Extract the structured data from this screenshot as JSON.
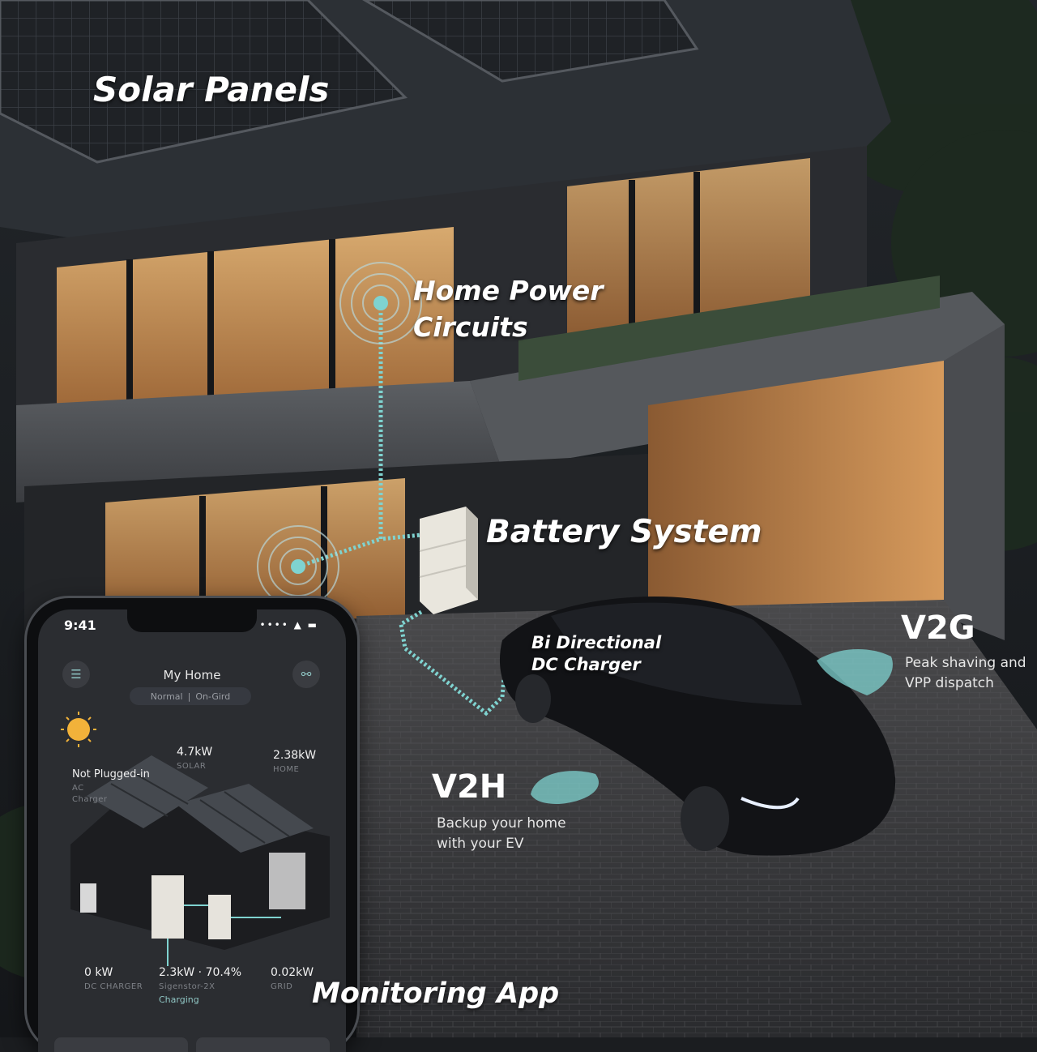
{
  "labels": {
    "solar_panels": "Solar Panels",
    "home_power_line1": "Home Power",
    "home_power_line2": "Circuits",
    "battery_system": "Battery System",
    "dc_line1": "Bi Directional",
    "dc_line2": "DC Charger",
    "monitoring_app": "Monitoring App"
  },
  "v2g": {
    "title": "V2G",
    "line1": "Peak shaving and",
    "line2": "VPP dispatch"
  },
  "v2h": {
    "title": "V2H",
    "line1": "Backup your home",
    "line2": "with your EV"
  },
  "phone": {
    "time": "9:41",
    "status_icons": "•••• ▲ ▬",
    "title": "My Home",
    "mode": "Normal",
    "separator": "|",
    "grid_mode": "On-Gird",
    "ac_status": "Not Plugged-in",
    "ac_label1": "AC",
    "ac_label2": "Charger",
    "solar_value": "4.7kW",
    "solar_label": "SOLAR",
    "home_value": "2.38kW",
    "home_label": "HOME",
    "dc_value": "0 kW",
    "dc_label": "DC CHARGER",
    "battery_value": "2.3kW · 70.4%",
    "battery_label": "Sigenstor-2X",
    "battery_status": "Charging",
    "grid_value": "0.02kW",
    "grid_label": "GRID"
  },
  "colors": {
    "accent": "#7fd3d0",
    "window_glow": "#f2b470",
    "night_sky": "#1b1d20"
  }
}
